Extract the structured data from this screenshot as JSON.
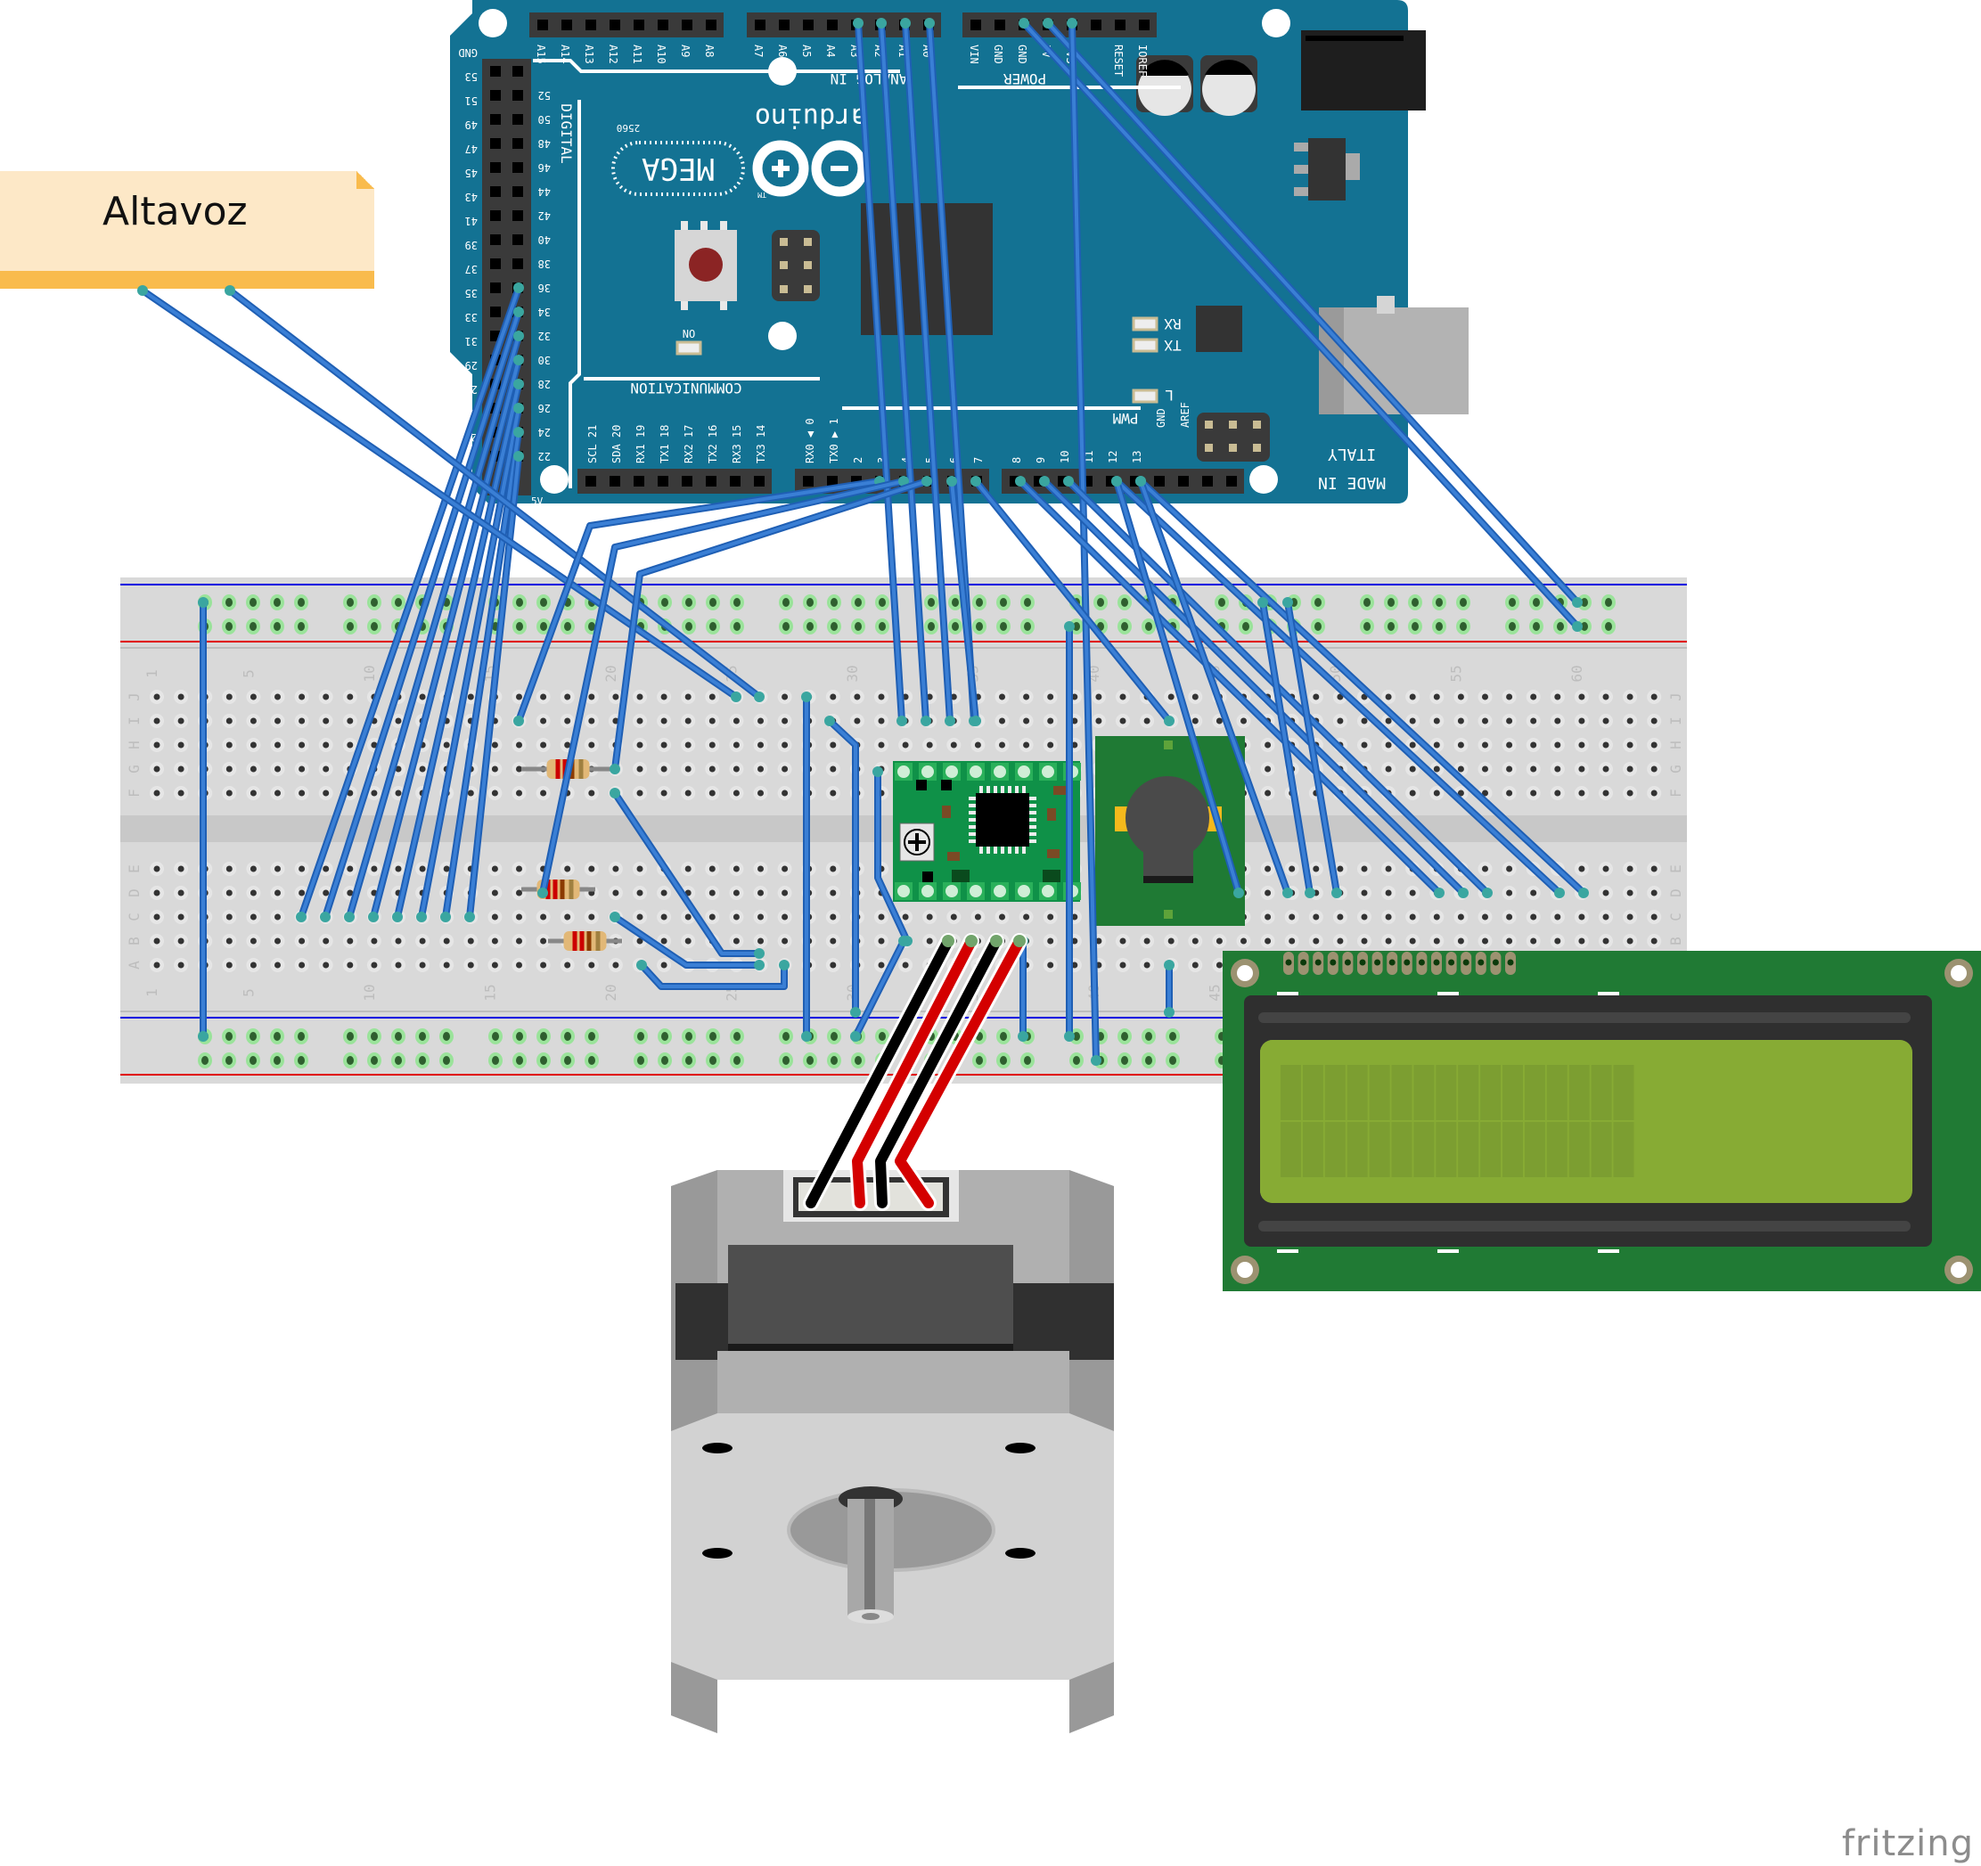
{
  "note": {
    "label": "Altavoz"
  },
  "brand": {
    "label": "fritzing"
  },
  "arduino": {
    "logo_text": "arduino",
    "model": "MEGA",
    "chip": "2560",
    "tm": "TM",
    "on_led": "ON",
    "rx_led": "RX",
    "tx_led": "TX",
    "l_led": "L",
    "made_in": "MADE IN",
    "italy": "ITALY",
    "sections": {
      "digital": "DIGITAL",
      "communication": "COMMUNICATION",
      "analog_in": "ANALOG IN",
      "power": "POWER",
      "pwm": "PWM"
    },
    "analog_high_pins": [
      "A15",
      "A14",
      "A13",
      "A12",
      "A11",
      "A10",
      "A9",
      "A8"
    ],
    "analog_low_pins": [
      "A7",
      "A6",
      "A5",
      "A4",
      "A3",
      "A2",
      "A1",
      "A0"
    ],
    "power_pins": [
      "VIN",
      "GND",
      "GND",
      "5V",
      "3V3",
      "RESET",
      "IOREF"
    ],
    "comm_pins": [
      "SCL 21",
      "SDA 20",
      "RX1 19",
      "TX1 18",
      "RX2 17",
      "TX2 16",
      "RX3 15",
      "TX3 14"
    ],
    "serial0": [
      "RX0 ◀ 0",
      "TX0 ▶ 1"
    ],
    "pwm_low_pins": [
      "2",
      "3",
      "4",
      "5",
      "6",
      "7"
    ],
    "pwm_high_pins": [
      "8",
      "9",
      "10",
      "11",
      "12",
      "13"
    ],
    "misc_pins": [
      "GND",
      "AREF"
    ],
    "digital_left_col": [
      "GND",
      "53",
      "51",
      "49",
      "47",
      "45",
      "43",
      "41",
      "39",
      "37",
      "35",
      "33",
      "31",
      "29",
      "27",
      "25",
      "23"
    ],
    "digital_right_col": [
      "52",
      "50",
      "48",
      "46",
      "44",
      "42",
      "40",
      "38",
      "36",
      "34",
      "32",
      "30",
      "28",
      "26",
      "24",
      "22"
    ],
    "digital_bottom": "5V"
  },
  "breadboard": {
    "row_letters_top": [
      "J",
      "I",
      "H",
      "G",
      "F"
    ],
    "row_letters_bottom": [
      "E",
      "D",
      "C",
      "B",
      "A"
    ],
    "column_numbers": [
      "1",
      "5",
      "10",
      "15",
      "20",
      "25",
      "30",
      "35",
      "40",
      "45",
      "50",
      "55",
      "60"
    ]
  },
  "colors": {
    "wire": "#3a7fd5",
    "wire_dark": "#1f5fb4",
    "arduino_board": "#137293",
    "breadboard": "#d9d9d9",
    "rail_red": "#e00000",
    "rail_blue": "#0000e0",
    "lcd_pcb": "#207a34",
    "lcd_screen": "#87ab34",
    "driver_pcb": "#0f9148",
    "buzzer_pcb": "#1f7a34",
    "note_bg": "#fde8c7",
    "note_bar": "#f9bb4d"
  },
  "icons": {
    "resistor": "resistor-icon",
    "buzzer": "buzzer-icon",
    "stepper": "stepper-motor-icon",
    "lcd": "lcd-16x2-icon",
    "driver": "a4988-driver-icon"
  }
}
